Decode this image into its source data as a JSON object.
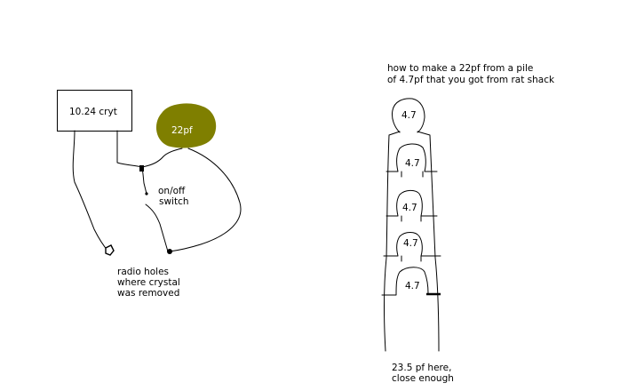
{
  "crystal": {
    "label": "10.24 cryt"
  },
  "capacitor": {
    "label": "22pf",
    "fill": "#7f7f00"
  },
  "switch": {
    "label_line1": "on/off",
    "label_line2": "switch"
  },
  "radio_note": {
    "line1": "radio holes",
    "line2": "where crystal",
    "line3": "was removed"
  },
  "title": {
    "line1": "how to make a 22pf from a pile",
    "line2": "of 4.7pf that you got from rat shack"
  },
  "stack": {
    "caps": [
      "4.7",
      "4.7",
      "4.7",
      "4.7",
      "4.7"
    ]
  },
  "result": {
    "line1": "23.5 pf here,",
    "line2": "close enough"
  }
}
